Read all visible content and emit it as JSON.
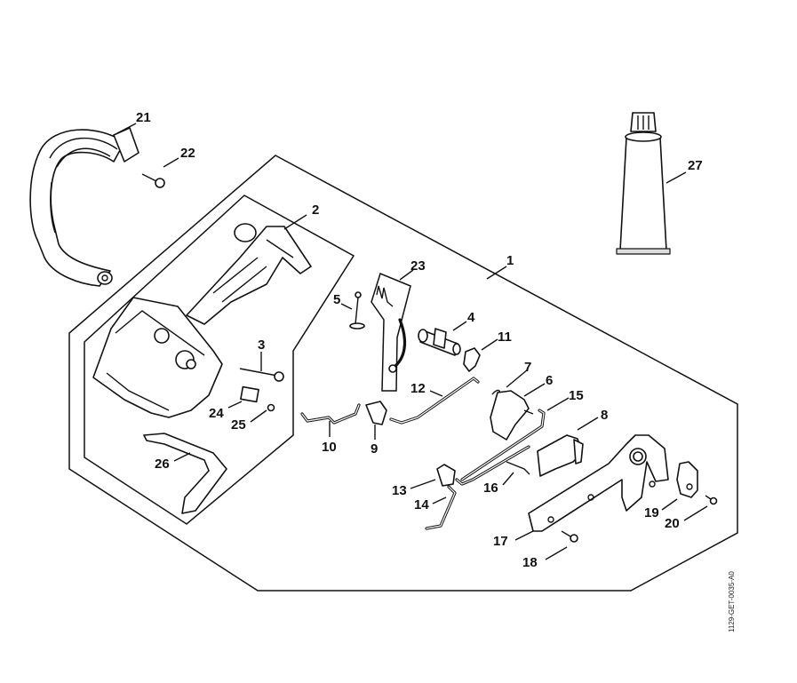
{
  "diagram": {
    "title": "Exploded parts diagram – handle housing and controls",
    "reference_code": "1129-GET-0035-A0",
    "colors": {
      "line": "#111111",
      "background": "#ffffff"
    },
    "parts": [
      {
        "number": "1",
        "description": "outer assembly frame"
      },
      {
        "number": "2",
        "description": "handle housing"
      },
      {
        "number": "3",
        "description": "long screw"
      },
      {
        "number": "4",
        "description": "cylindrical component"
      },
      {
        "number": "5",
        "description": "pin / rod"
      },
      {
        "number": "6",
        "description": "lever"
      },
      {
        "number": "7",
        "description": "spring"
      },
      {
        "number": "8",
        "description": "cover plate"
      },
      {
        "number": "9",
        "description": "lever with clip"
      },
      {
        "number": "10",
        "description": "bent rod"
      },
      {
        "number": "11",
        "description": "clip"
      },
      {
        "number": "12",
        "description": "long rod"
      },
      {
        "number": "13",
        "description": "small lever"
      },
      {
        "number": "14",
        "description": "bent rod"
      },
      {
        "number": "15",
        "description": "spring rod"
      },
      {
        "number": "16",
        "description": "small bent spring"
      },
      {
        "number": "17",
        "description": "bracket / side rail"
      },
      {
        "number": "18",
        "description": "screw"
      },
      {
        "number": "19",
        "description": "small cover"
      },
      {
        "number": "20",
        "description": "screw"
      },
      {
        "number": "21",
        "description": "handle bar"
      },
      {
        "number": "22",
        "description": "screw"
      },
      {
        "number": "23",
        "description": "kit (spring and wire) frame"
      },
      {
        "number": "24",
        "description": "label"
      },
      {
        "number": "25",
        "description": "screw"
      },
      {
        "number": "26",
        "description": "cover strip"
      },
      {
        "number": "27",
        "description": "tube (grease)"
      }
    ]
  }
}
